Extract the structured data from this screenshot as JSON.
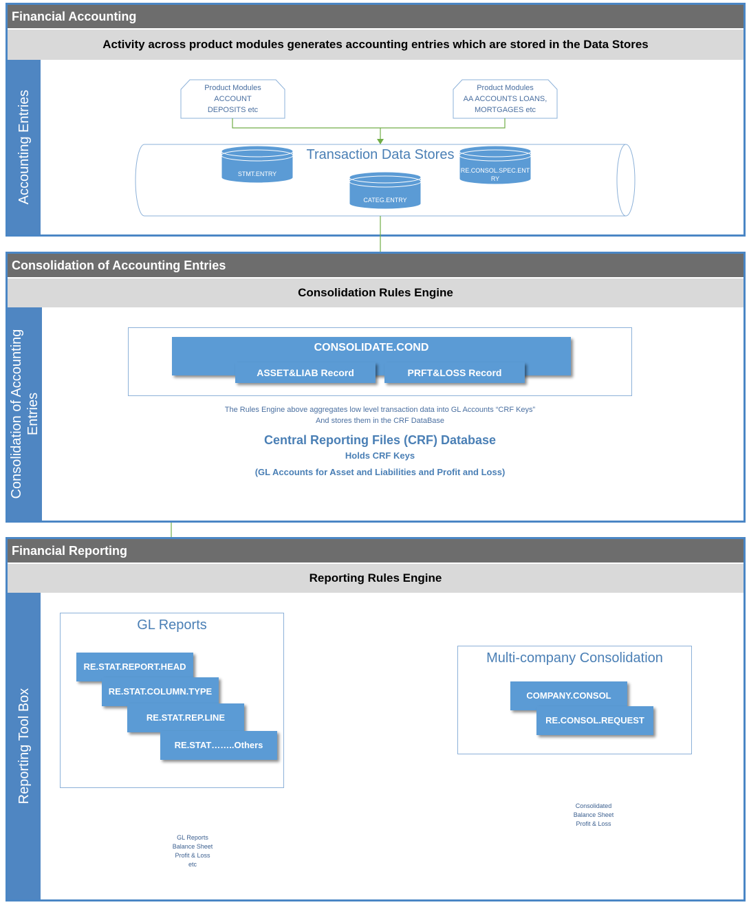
{
  "sections": {
    "financial_accounting": {
      "header": "Financial Accounting",
      "subheader": "Activity across product modules generates accounting entries which are stored in the Data Stores",
      "side_label": "Accounting Entries"
    },
    "consolidation": {
      "header": "Consolidation of Accounting Entries",
      "subheader": "Consolidation Rules Engine",
      "side_label_1": "Consolidation of Accounting",
      "side_label_2": "Entries"
    },
    "financial_reporting": {
      "header": "Financial Reporting",
      "subheader": "Reporting Rules Engine",
      "side_label": "Reporting Tool Box"
    }
  },
  "product_modules": [
    {
      "lines": [
        "Product Modules",
        "ACCOUNT",
        "DEPOSITS etc"
      ]
    },
    {
      "lines": [
        "Product Modules",
        "AA ACCOUNTS LOANS,",
        "MORTGAGES etc"
      ]
    }
  ],
  "transaction_store": {
    "title": "Transaction Data Stores",
    "cylinders": [
      "STMT.ENTRY",
      "CATEG.ENTRY",
      "RE.CONSOL.SPEC.ENT\nRY"
    ]
  },
  "consolidate": {
    "main": "CONSOLIDATE.COND",
    "records": [
      "ASSET&LIAB Record",
      "PRFT&LOSS Record"
    ],
    "note_1": "The Rules Engine above aggregates low level transaction data into GL Accounts “CRF Keys”",
    "note_2": "And stores them in the CRF DataBase"
  },
  "crf_database": {
    "title": "Central Reporting Files (CRF) Database",
    "line_1": "Holds CRF Keys",
    "line_2": "(GL Accounts for Asset and Liabilities and Profit and Loss)"
  },
  "gl_reports": {
    "title": "GL Reports",
    "items": [
      "RE.STAT.REPORT.HEAD",
      "RE.STAT.COLUMN.TYPE",
      "RE.STAT.REP.LINE",
      "RE.STAT……..Others"
    ],
    "output_doc": [
      "GL Reports",
      "Balance Sheet",
      "Profit & Loss",
      "etc"
    ]
  },
  "multi_company": {
    "title": "Multi-company Consolidation",
    "items": [
      "COMPANY.CONSOL",
      "RE.CONSOL.REQUEST"
    ],
    "output_doc": [
      "Consolidated",
      "Balance Sheet",
      "Profit & Loss"
    ]
  },
  "colors": {
    "header_bg": "#6d6d6d",
    "subheader_bg": "#d9d9d9",
    "accent_blue": "#4f86c2",
    "box_blue": "#5b9bd5",
    "connector_green": "#70ad47"
  }
}
